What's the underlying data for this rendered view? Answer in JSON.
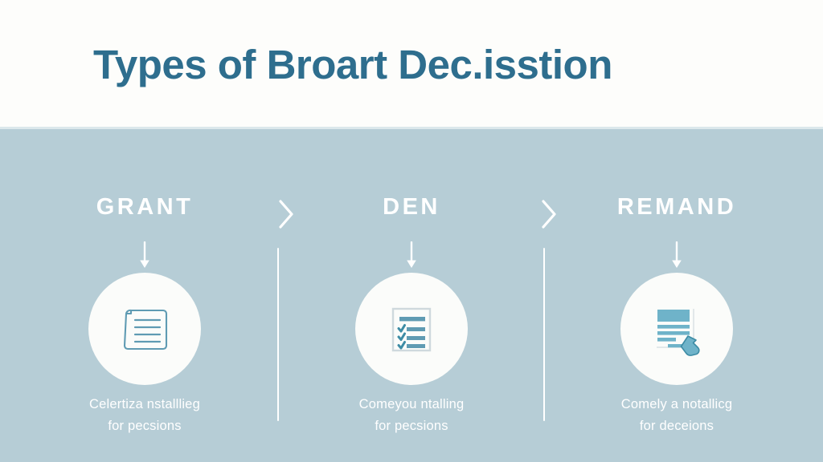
{
  "header": {
    "title": "Types of Broart Dec.isstion",
    "title_color": "#2e6e8e",
    "background": "#fdfdfb"
  },
  "theme": {
    "band_background": "#b6cdd6",
    "circle_background": "#fbfcfa",
    "icon_stroke": "#4a8fa8",
    "icon_fill": "#6fb3c9",
    "text_on_band": "#ffffff",
    "connector_color": "#ffffff"
  },
  "steps": [
    {
      "label": "GRANT",
      "arrow_icon": "arrow-down-icon",
      "icon": "document-lines-icon",
      "caption": "Celertiza nstalllieg\nfor pecsions"
    },
    {
      "label": "DEN",
      "arrow_icon": "arrow-down-icon",
      "icon": "checklist-icon",
      "caption": "Comeyou ntalling\nfor pecsions"
    },
    {
      "label": "REMAND",
      "arrow_icon": "arrow-down-icon",
      "icon": "document-hand-pointer-icon",
      "caption": "Comely a notallicg\nfor deceions"
    }
  ],
  "connectors": [
    {
      "icon": "chevron-right-icon"
    },
    {
      "icon": "chevron-right-icon"
    }
  ]
}
